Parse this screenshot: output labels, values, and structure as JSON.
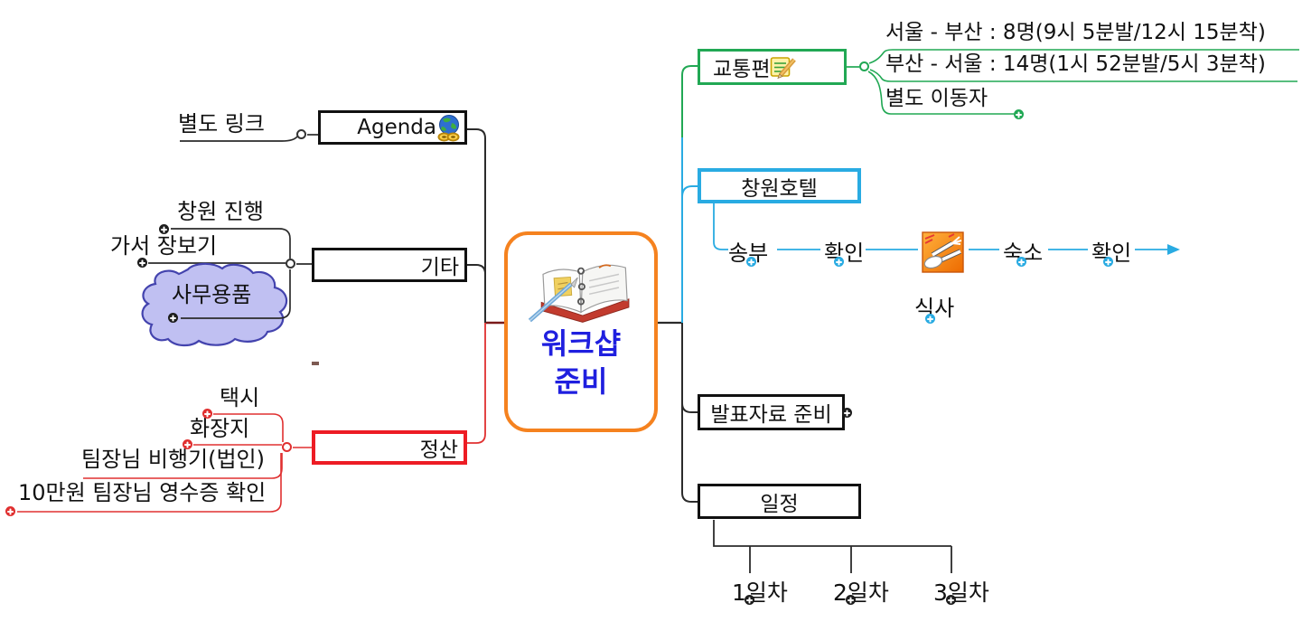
{
  "center": {
    "label_line1": "워크샵",
    "label_line2": "준비",
    "icon": "business-planner-icon",
    "border_color": "#F5821F",
    "text_color": "#1F1FDF"
  },
  "left": {
    "agenda": {
      "label": "Agenda",
      "icon": "globe-hyperlink-icon",
      "children": [
        {
          "label": "별도 링크"
        }
      ]
    },
    "etc": {
      "label": "기타",
      "children": [
        {
          "label": "창원 진행"
        },
        {
          "label": "가서 장보기"
        },
        {
          "label": "사무용품",
          "shape": "cloud",
          "fill": "#B5B5F0",
          "stroke": "#4343AE"
        }
      ]
    },
    "settlement": {
      "label": "정산",
      "color": "#ED1C24",
      "children": [
        {
          "label": "택시"
        },
        {
          "label": "화장지"
        },
        {
          "label": "팀장님 비행기(법인)"
        },
        {
          "label": "10만원 팀장님 영수증 확인"
        }
      ]
    }
  },
  "right": {
    "transport": {
      "label": "교통편",
      "icon": "memo-pencil-icon",
      "color": "#21A854",
      "children": [
        {
          "label": "서울 - 부산 : 8명(9시 5분발/12시 15분착)"
        },
        {
          "label": "부산 - 서울 : 14명(1시 52분발/5시 3분착)"
        },
        {
          "label": "별도 이동자"
        }
      ]
    },
    "hotel": {
      "label": "창원호텔",
      "color": "#29ABE2",
      "chain": [
        {
          "label": "송부"
        },
        {
          "label": "확인"
        },
        {
          "label": "숙소"
        },
        {
          "label": "확인"
        }
      ],
      "meal": {
        "icon": "meal-icon",
        "label": "식사"
      }
    },
    "presentation": {
      "label": "발표자료 준비"
    },
    "schedule": {
      "label": "일정",
      "children": [
        {
          "label": "1일차"
        },
        {
          "label": "2일차"
        },
        {
          "label": "3일차"
        }
      ]
    }
  }
}
